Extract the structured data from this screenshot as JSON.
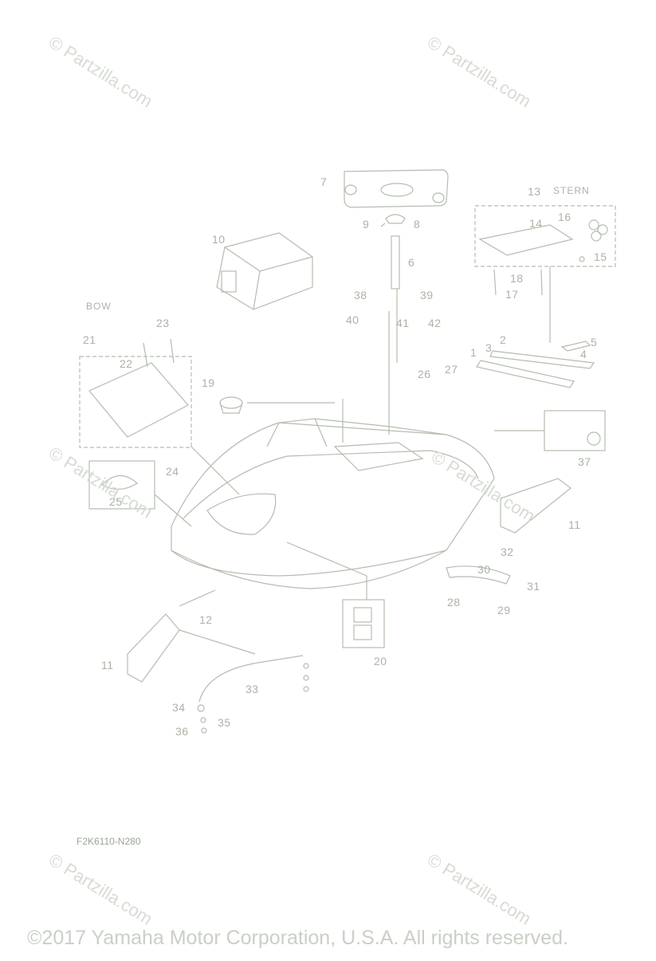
{
  "watermark_text": "© Partzilla.com",
  "section_labels": {
    "bow": "BOW",
    "stern": "STERN"
  },
  "diagram_code": "F2K6110-N280",
  "copyright": "©2017 Yamaha Motor Corporation, U.S.A. All rights reserved.",
  "part_numbers": [
    "7",
    "8",
    "9",
    "6",
    "10",
    "38",
    "39",
    "40",
    "41",
    "42",
    "13",
    "14",
    "16",
    "15",
    "18",
    "17",
    "2",
    "3",
    "1",
    "5",
    "4",
    "26",
    "27",
    "23",
    "21",
    "22",
    "19",
    "24",
    "25",
    "37",
    "11",
    "32",
    "30",
    "31",
    "28",
    "29",
    "12",
    "20",
    "33",
    "34",
    "35",
    "36"
  ],
  "colors": {
    "line": "#b3bdae",
    "label": "#aab4a6",
    "watermark": "#d6dcd3"
  }
}
